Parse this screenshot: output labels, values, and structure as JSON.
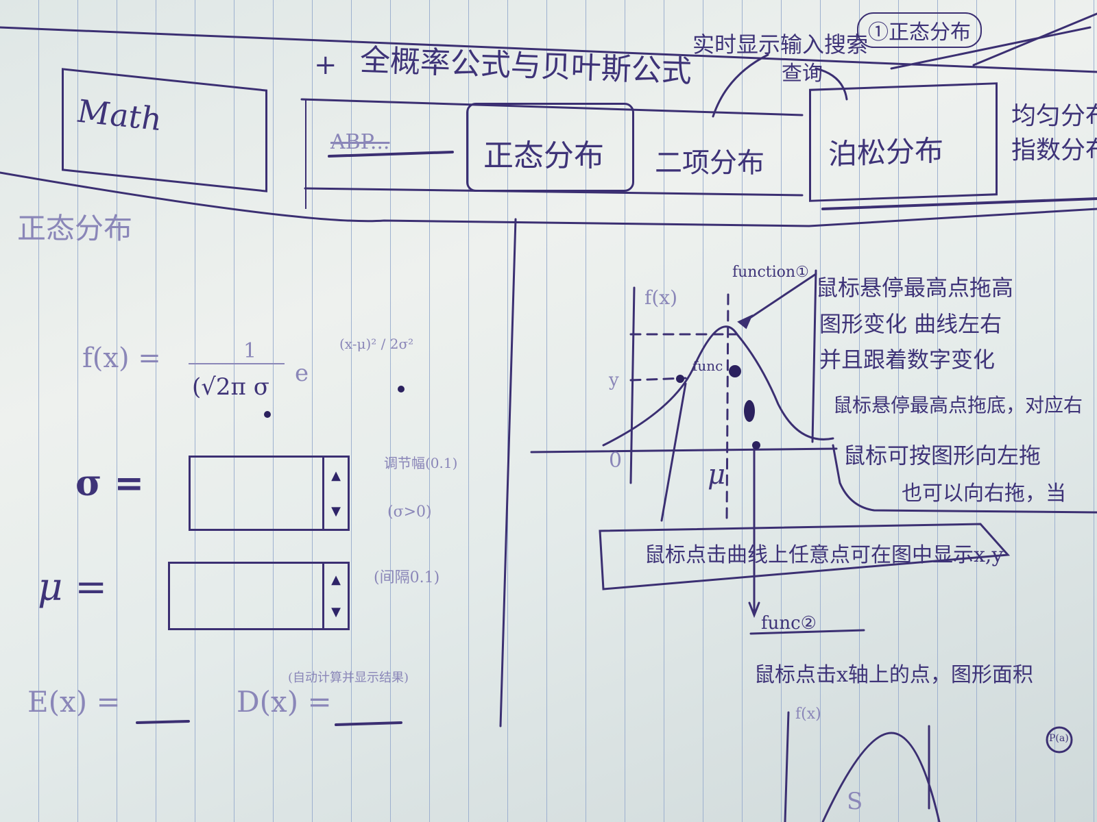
{
  "top_annotation": {
    "plus": "+",
    "formula_note": "全概率公式与贝叶斯公式",
    "right_note_1": "实时显示输入搜索",
    "right_note_2": "查询",
    "circled_top": "①正态分布"
  },
  "nav_tabs": [
    {
      "label": "Math"
    },
    {
      "label": "ABP..."
    },
    {
      "label": "正态分布",
      "selected": true
    },
    {
      "label": "二项分布"
    },
    {
      "label": "泊松分布"
    },
    {
      "label": "均匀分布"
    },
    {
      "label": "指数分布"
    }
  ],
  "left_panel": {
    "heading": "正态分布",
    "fx_label": "f(x) =",
    "formula_numerator": "1",
    "formula_denominator": "(√2π σ",
    "formula_e": "e",
    "formula_exp": "(x-μ)² / 2σ²",
    "sigma_label": "σ =",
    "sigma_hint_1": "调节幅(0.1)",
    "sigma_hint_2": "(σ>0)",
    "mu_label": "μ =",
    "mu_hint": "(间隔0.1)",
    "ex_label": "E(x) =",
    "dx_label": "D(x) =",
    "dx_hint": "(自动计算并显示结果)",
    "spinner_up": "▲",
    "spinner_down": "▼"
  },
  "graph": {
    "y_axis_label": "f(x)",
    "y_tick": "y",
    "origin": "0",
    "mu_marker": "μ",
    "func_label_1": "function①",
    "func_label_mid": "func",
    "func_label_2": "func②",
    "note1_line1": "鼠标悬停最高点拖高",
    "note1_line2": "图形变化 曲线左右",
    "note1_line3": "并且跟着数字变化",
    "note1_line4": "鼠标悬停最高点拖底，对应右",
    "note2_line1": "鼠标可按图形向左拖",
    "note2_line2": "也可以向右拖，当",
    "bottom_bar": "鼠标点击曲线上任意点可在图中显示x,y",
    "func2_note": "鼠标点击x轴上的点，图形面积",
    "bottom_fx": "f(x)",
    "bottom_s": "S",
    "circle_mark": "P(a)"
  }
}
